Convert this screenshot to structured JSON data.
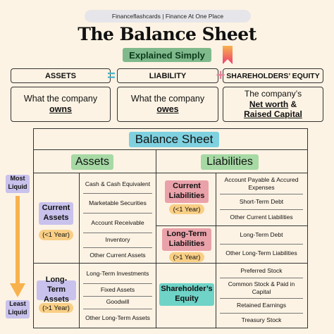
{
  "header": {
    "brand": "Financeflashcards |  Finance At One Place",
    "title": "The Balance Sheet",
    "subtitle": "Explained Simply"
  },
  "equation": {
    "assets": "ASSETS",
    "liability": "LIABILITY",
    "equity": "SHAREHOLDERS’ EQUITY",
    "equals_symbol": "=",
    "plus_symbol": "+"
  },
  "descriptions": {
    "assets_prefix": "What the company",
    "assets_emph": "owns",
    "liability_prefix": "What the company",
    "liability_emph": "owes",
    "equity_prefix": "The company’s",
    "equity_emph1": "Net worth",
    "equity_amp": "&",
    "equity_emph2": "Raised Capital"
  },
  "sheet": {
    "title": "Balance Sheet",
    "assets_header": "Assets",
    "liabilities_header": "Liabilities",
    "liquidity_top": "Most Liquid",
    "liquidity_bottom": "Least Liquid",
    "current_assets": {
      "label": "Current Assets",
      "tag": "(<1 Year)",
      "items": [
        "Cash & Cash Equivalent",
        "Marketable Securities",
        "Account Receivable",
        "Inventory",
        "Other Current Assets"
      ]
    },
    "longterm_assets": {
      "label": "Long-Term Assets",
      "tag": "(>1 Year)",
      "items": [
        "Long-Term Investments",
        "Fixed Assets",
        "Goodwill",
        "Other Long-Term Assets"
      ]
    },
    "current_liabilities": {
      "label": "Current Liabilities",
      "tag": "(<1 Year)",
      "items": [
        "Account Payable & Accured Expenses",
        "Short-Term Debt",
        "Other Current Liabilities"
      ]
    },
    "longterm_liabilities": {
      "label": "Long-Term Liabilities",
      "tag": "(>1 Year)",
      "items": [
        "Long-Term Debt",
        "Other Long-Term Liabilities"
      ]
    },
    "equity": {
      "label": "Shareholder’s Equity",
      "items": [
        "Preferred Stock",
        "Common Stock & Paid in Capital",
        "Retained Earnings",
        "Treasury Stock"
      ]
    }
  },
  "colors": {
    "background": "#fdf3e4",
    "green_header": "#a6d9a4",
    "blue_title": "#7fd1e0",
    "purple_label": "#c8c2ec",
    "pink_label": "#eaa2aa",
    "teal_label": "#6fd3c7",
    "orange_tag": "#f9cf85",
    "arrow": "#f7b24e"
  }
}
